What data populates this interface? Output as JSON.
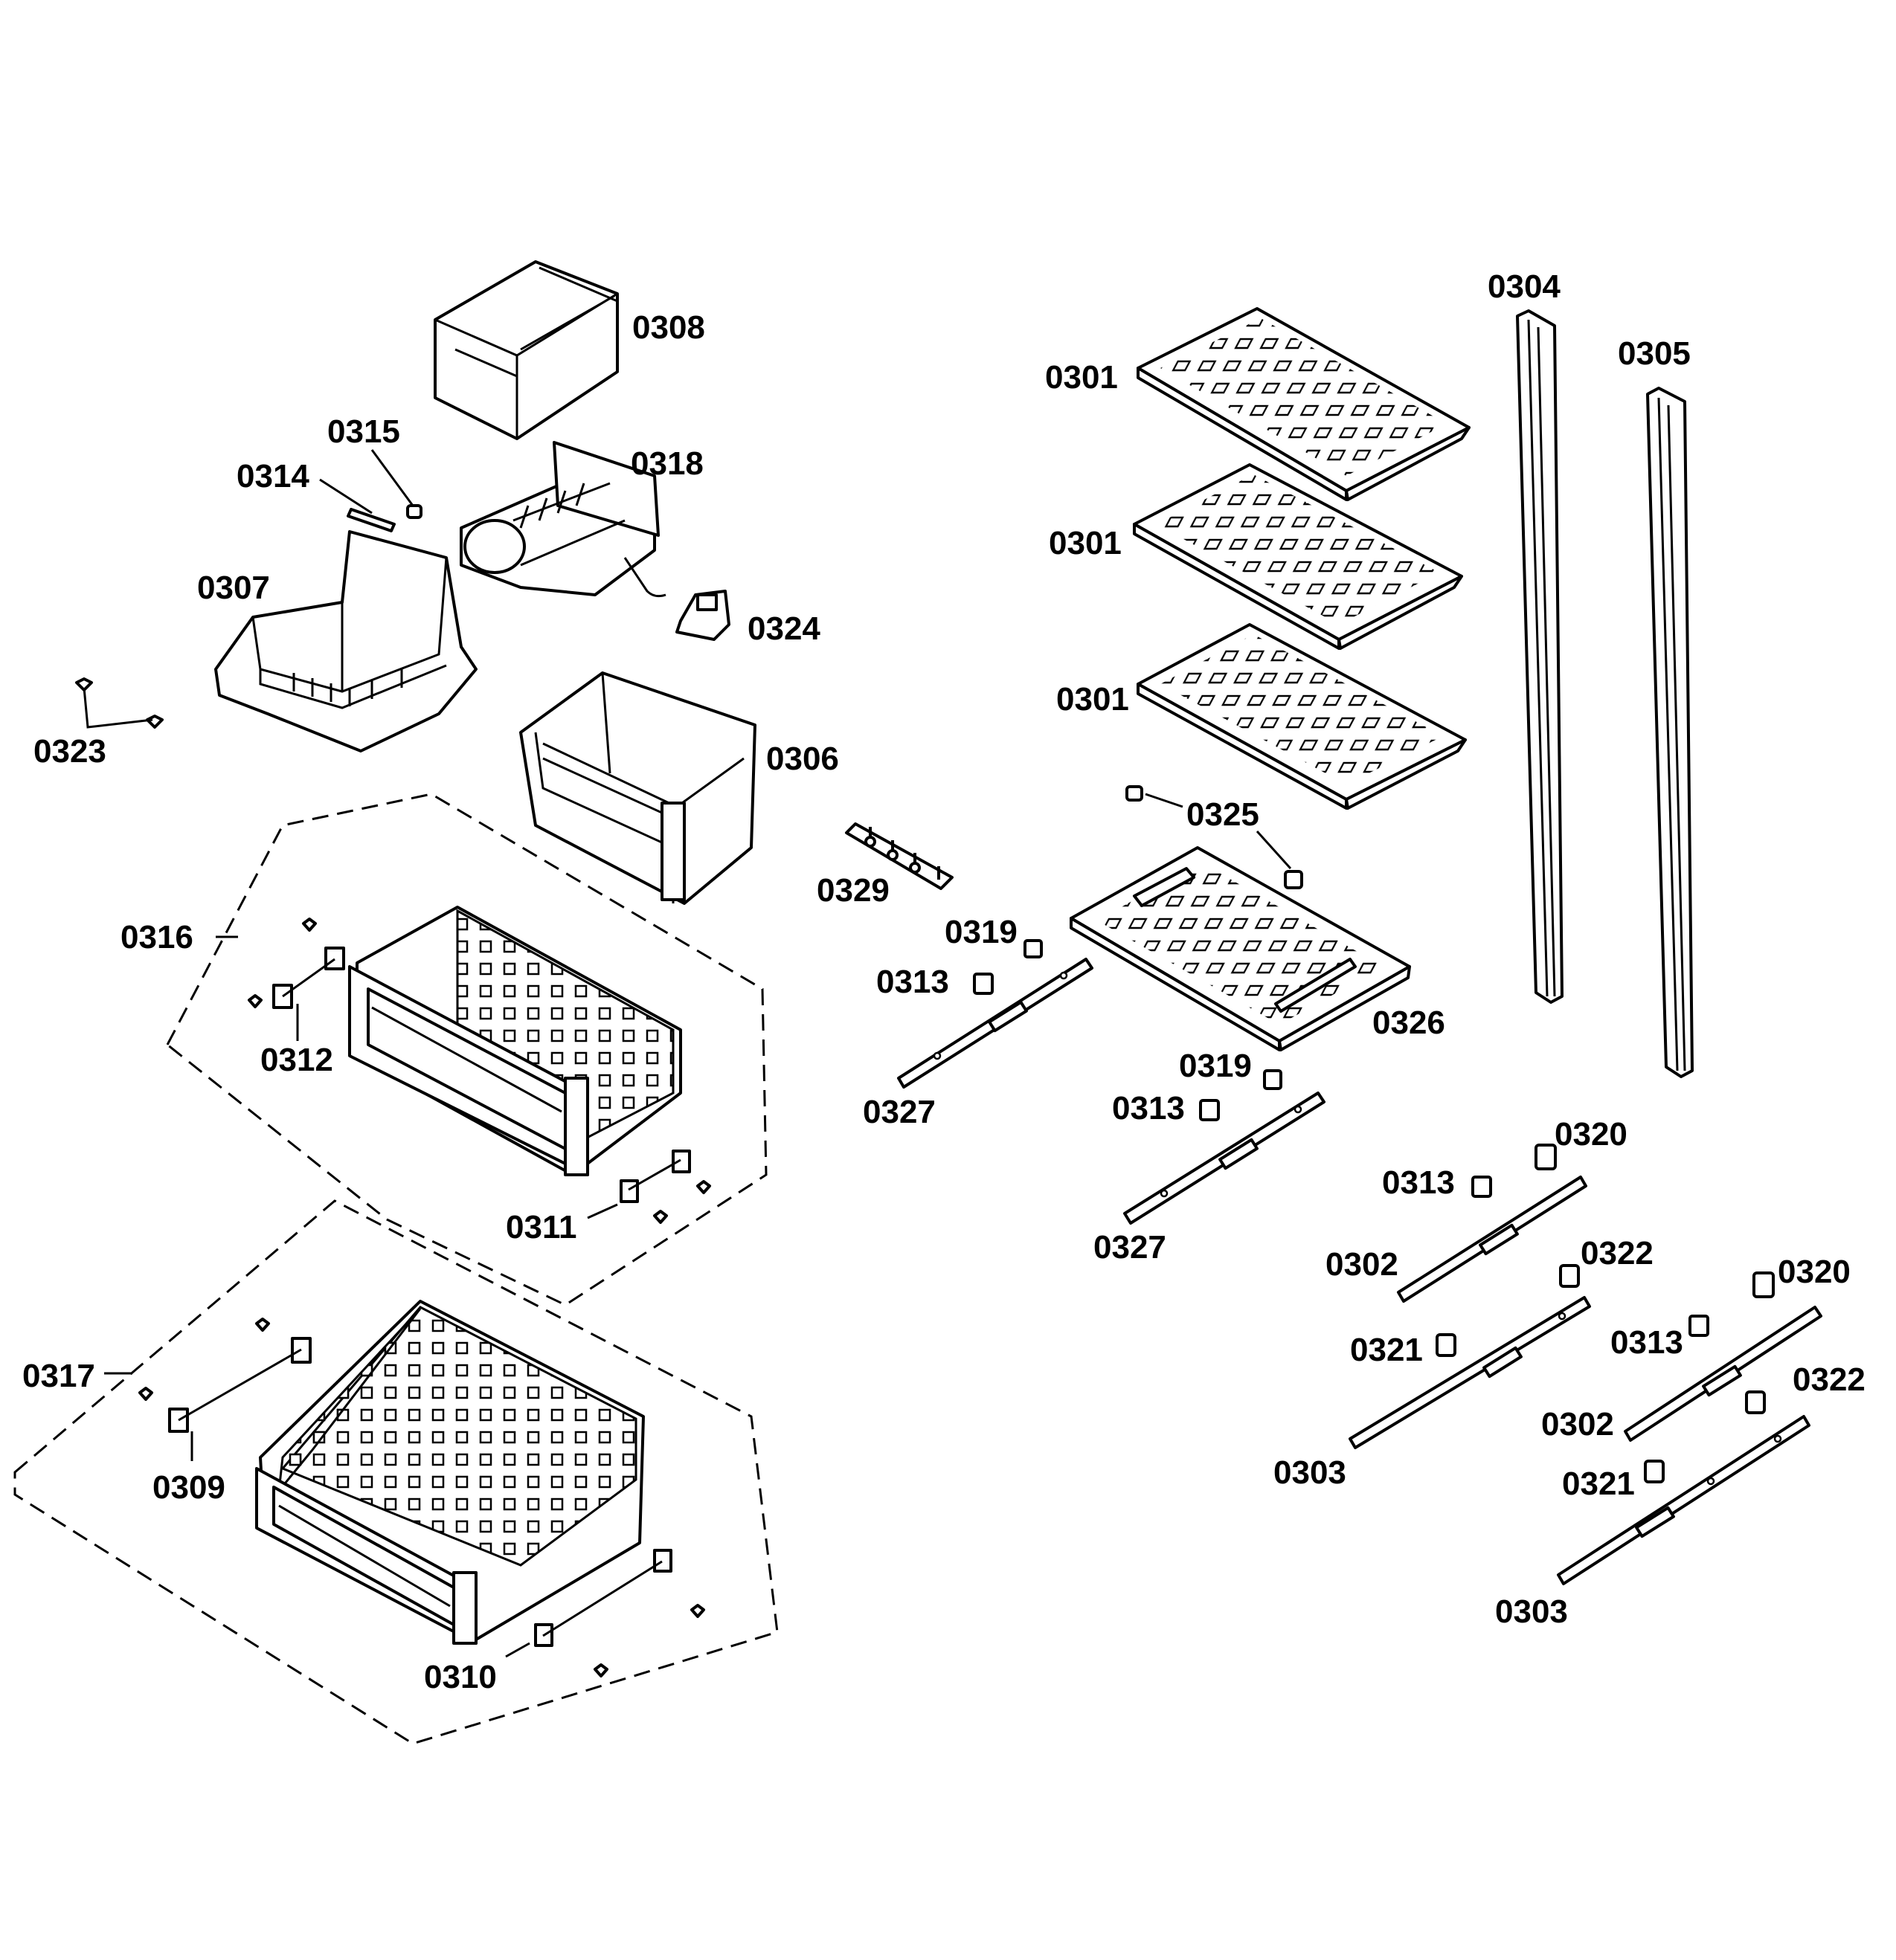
{
  "diagram": {
    "labels": {
      "p0301a": "0301",
      "p0301b": "0301",
      "p0301c": "0301",
      "p0302a": "0302",
      "p0302b": "0302",
      "p0303a": "0303",
      "p0303b": "0303",
      "p0304": "0304",
      "p0305": "0305",
      "p0306": "0306",
      "p0307": "0307",
      "p0308": "0308",
      "p0309": "0309",
      "p0310": "0310",
      "p0311": "0311",
      "p0312": "0312",
      "p0313a": "0313",
      "p0313b": "0313",
      "p0313c": "0313",
      "p0313d": "0313",
      "p0314": "0314",
      "p0315": "0315",
      "p0316": "0316",
      "p0317": "0317",
      "p0318": "0318",
      "p0319a": "0319",
      "p0319b": "0319",
      "p0320a": "0320",
      "p0320b": "0320",
      "p0321a": "0321",
      "p0321b": "0321",
      "p0322a": "0322",
      "p0322b": "0322",
      "p0323": "0323",
      "p0324": "0324",
      "p0325": "0325",
      "p0326": "0326",
      "p0327a": "0327",
      "p0327b": "0327",
      "p0329": "0329"
    }
  }
}
